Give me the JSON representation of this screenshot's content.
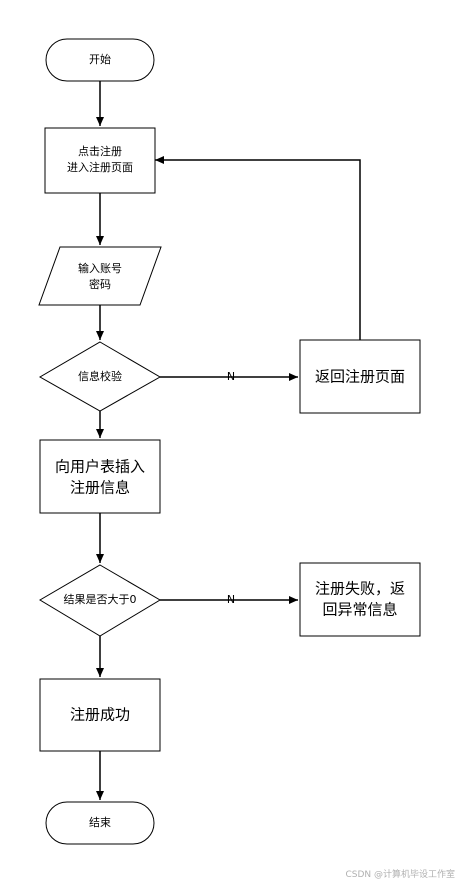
{
  "nodes": {
    "start": {
      "label": "开始"
    },
    "register_entry": {
      "line1": "点击注册",
      "line2": "进入注册页面"
    },
    "input_account": {
      "line1": "输入账号",
      "line2": "密码"
    },
    "validate_info": {
      "label": "信息校验"
    },
    "return_register": {
      "label": "返回注册页面"
    },
    "insert_user": {
      "line1": "向用户表插入",
      "line2": "注册信息"
    },
    "result_check": {
      "label": "结果是否大于0"
    },
    "register_fail": {
      "line1": "注册失败，返",
      "line2": "回异常信息"
    },
    "register_success": {
      "label": "注册成功"
    },
    "end": {
      "label": "结束"
    }
  },
  "edges": {
    "validate_no": "N",
    "result_no": "N"
  },
  "watermark": "CSDN @计算机毕设工作室"
}
